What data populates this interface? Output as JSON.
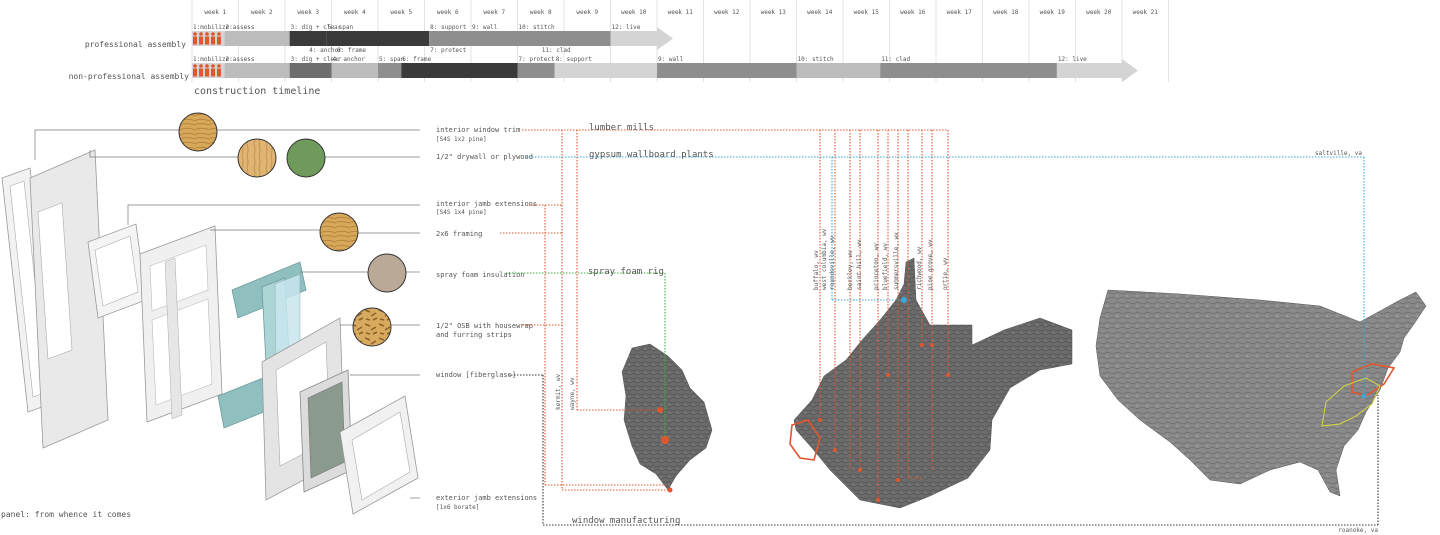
{
  "timeline": {
    "weeks": [
      "week 1",
      "week 2",
      "week 3",
      "week 4",
      "week 5",
      "week 6",
      "week 7",
      "week 8",
      "week 9",
      "week 10",
      "week 11",
      "week 12",
      "week 13",
      "week 14",
      "week 15",
      "week 16",
      "week 17",
      "week 18",
      "week 19",
      "week 20",
      "week 21"
    ],
    "rows": [
      {
        "label": "professional assembly",
        "phases": [
          {
            "label": "1:mobilize",
            "start": 0,
            "end": 0.7,
            "level": 1
          },
          {
            "label": "2:assess",
            "start": 0.7,
            "end": 2.1,
            "level": 2
          },
          {
            "label": "3: dig + clear",
            "start": 2.1,
            "end": 2.9,
            "level": 5
          },
          {
            "label": "4: anchor",
            "start": 2.5,
            "end": 3.1,
            "level": 0,
            "below": true
          },
          {
            "label": "5: span",
            "start": 2.9,
            "end": 5.1,
            "level": 5
          },
          {
            "label": "6: frame",
            "start": 3.1,
            "end": 3.7,
            "level": 0,
            "below": true
          },
          {
            "label": "7: protect",
            "start": 5.1,
            "end": 6.0,
            "level": 0,
            "below": true
          },
          {
            "label": "8: support",
            "start": 5.1,
            "end": 6.0,
            "level": 3
          },
          {
            "label": "9: wall",
            "start": 6.0,
            "end": 7.0,
            "level": 3
          },
          {
            "label": "10: stitch",
            "start": 7.0,
            "end": 9.0,
            "level": 3
          },
          {
            "label": "11: clad",
            "start": 7.5,
            "end": 8.5,
            "level": 0,
            "below": true
          },
          {
            "label": "12: live",
            "start": 9.0,
            "end": 10.0,
            "level": 1,
            "arrow": true
          }
        ]
      },
      {
        "label": "non-professional assembly",
        "phases": [
          {
            "label": "1:mobilize",
            "start": 0,
            "end": 0.7,
            "level": 1
          },
          {
            "label": "2:assess",
            "start": 0.7,
            "end": 2.1,
            "level": 2
          },
          {
            "label": "3: dig + clear",
            "start": 2.1,
            "end": 3.0,
            "level": 4
          },
          {
            "label": "4: anchor",
            "start": 3.0,
            "end": 4.0,
            "level": 2
          },
          {
            "label": "5: span",
            "start": 4.0,
            "end": 4.5,
            "level": 3
          },
          {
            "label": "6: frame",
            "start": 4.5,
            "end": 7.0,
            "level": 5
          },
          {
            "label": "7: protect",
            "start": 7.0,
            "end": 7.8,
            "level": 3
          },
          {
            "label": "8: support",
            "start": 7.8,
            "end": 10.0,
            "level": 1
          },
          {
            "label": "9: wall",
            "start": 10.0,
            "end": 13.0,
            "level": 3
          },
          {
            "label": "10: stitch",
            "start": 13.0,
            "end": 14.8,
            "level": 2
          },
          {
            "label": "11: clad",
            "start": 14.8,
            "end": 18.6,
            "level": 3
          },
          {
            "label": "12: live",
            "start": 18.6,
            "end": 20.0,
            "level": 1,
            "arrow": true
          }
        ]
      }
    ],
    "caption": "construction timeline"
  },
  "components": {
    "items": [
      {
        "line1": "interior window trim",
        "line2": "[S4S 1x2 pine]"
      },
      {
        "line1": "1/2\" drywall or plywood",
        "line2": ""
      },
      {
        "line1": "interior jamb extensions",
        "line2": "[S4S 1x4 pine]"
      },
      {
        "line1": "2x6 framing",
        "line2": ""
      },
      {
        "line1": "spray foam insulation",
        "line2": ""
      },
      {
        "line1": "1/2\" OSB with housewrap",
        "line2": "and furring strips"
      },
      {
        "line1": "window [fiberglass]",
        "line2": ""
      },
      {
        "line1": "exterior jamb extensions",
        "line2": "[1x6 borate]"
      }
    ]
  },
  "sources": {
    "lumber": "lumber mills",
    "gypsum": "gypsum wallboard plants",
    "foam": "spray foam rig",
    "window": "window manufacturing"
  },
  "places": {
    "saltville": "saltville, va",
    "roanoke": "roanoke, va",
    "ky": [
      "kermit, wv",
      "wayne, wv"
    ],
    "wv": [
      "buffalo, wv",
      "west columbia, wv",
      "roundsville, wv",
      "beckley, wv",
      "saint hill, wv",
      "princeton, wv",
      "bluefield, wv",
      "summersville, wv",
      "richwood, wv",
      "pine grove, wv",
      "ortie, wv"
    ]
  },
  "panel_caption": "panel: from whence it comes",
  "colors": {
    "lumber": "#e2562c",
    "gypsum": "#38a8de",
    "foam": "#3db53d",
    "window": "#333333",
    "bar_levels": [
      "#e8e8e8",
      "#d4d4d4",
      "#bcbcbc",
      "#8e8e8e",
      "#6e6e6e",
      "#3a3a3a"
    ],
    "mobilize_people": "#e2562c"
  },
  "icons": [
    "people-icon",
    "wood-sample-swatch",
    "map-texture"
  ]
}
